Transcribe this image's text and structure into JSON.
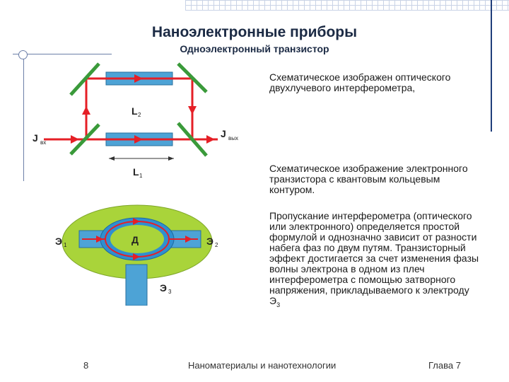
{
  "slide": {
    "title": "Наноэлектронные приборы",
    "subtitle": "Одноэлектронный транзистор"
  },
  "text_blocks": [
    "Схематическое изображен оптического двухлучевого интерферометра,",
    "Схематическое изображение электронного транзистора с квантовым кольцевым контуром.",
    "Пропускание интерферометра (оптического или электронного) определяется простой формулой и однозначно зависит от разности набега фаз по двум путям. Транзисторный эффект достигается за счет изменения фазы волны электрона в одном из плеч интерферометра с помощью затворного напряжения, прикладываемого к электроду Э",
    "3"
  ],
  "interferometer": {
    "label_in": "J",
    "label_in_sub": "вх",
    "label_out": "J",
    "label_out_sub": "вых",
    "label_l2": "L",
    "label_l2_sub": "2",
    "label_l1": "L",
    "label_l1_sub": "1"
  },
  "transistor": {
    "label_d": "Д",
    "label_e1": "Э",
    "label_e1_sub": "1",
    "label_e2": "Э",
    "label_e2_sub": "2",
    "label_e3": "Э",
    "label_e3_sub": "3"
  },
  "footer": {
    "page": "8",
    "course": "Наноматериалы и нанотехнологии",
    "chapter": "Глава 7"
  },
  "colors": {
    "beam": "#e51f26",
    "mirror": "#3a9a3a",
    "block": "#4da3d6",
    "ring_outer": "#a9d43a",
    "ring_mid": "#2f8fd0",
    "text_dark": "#1b2a44"
  }
}
